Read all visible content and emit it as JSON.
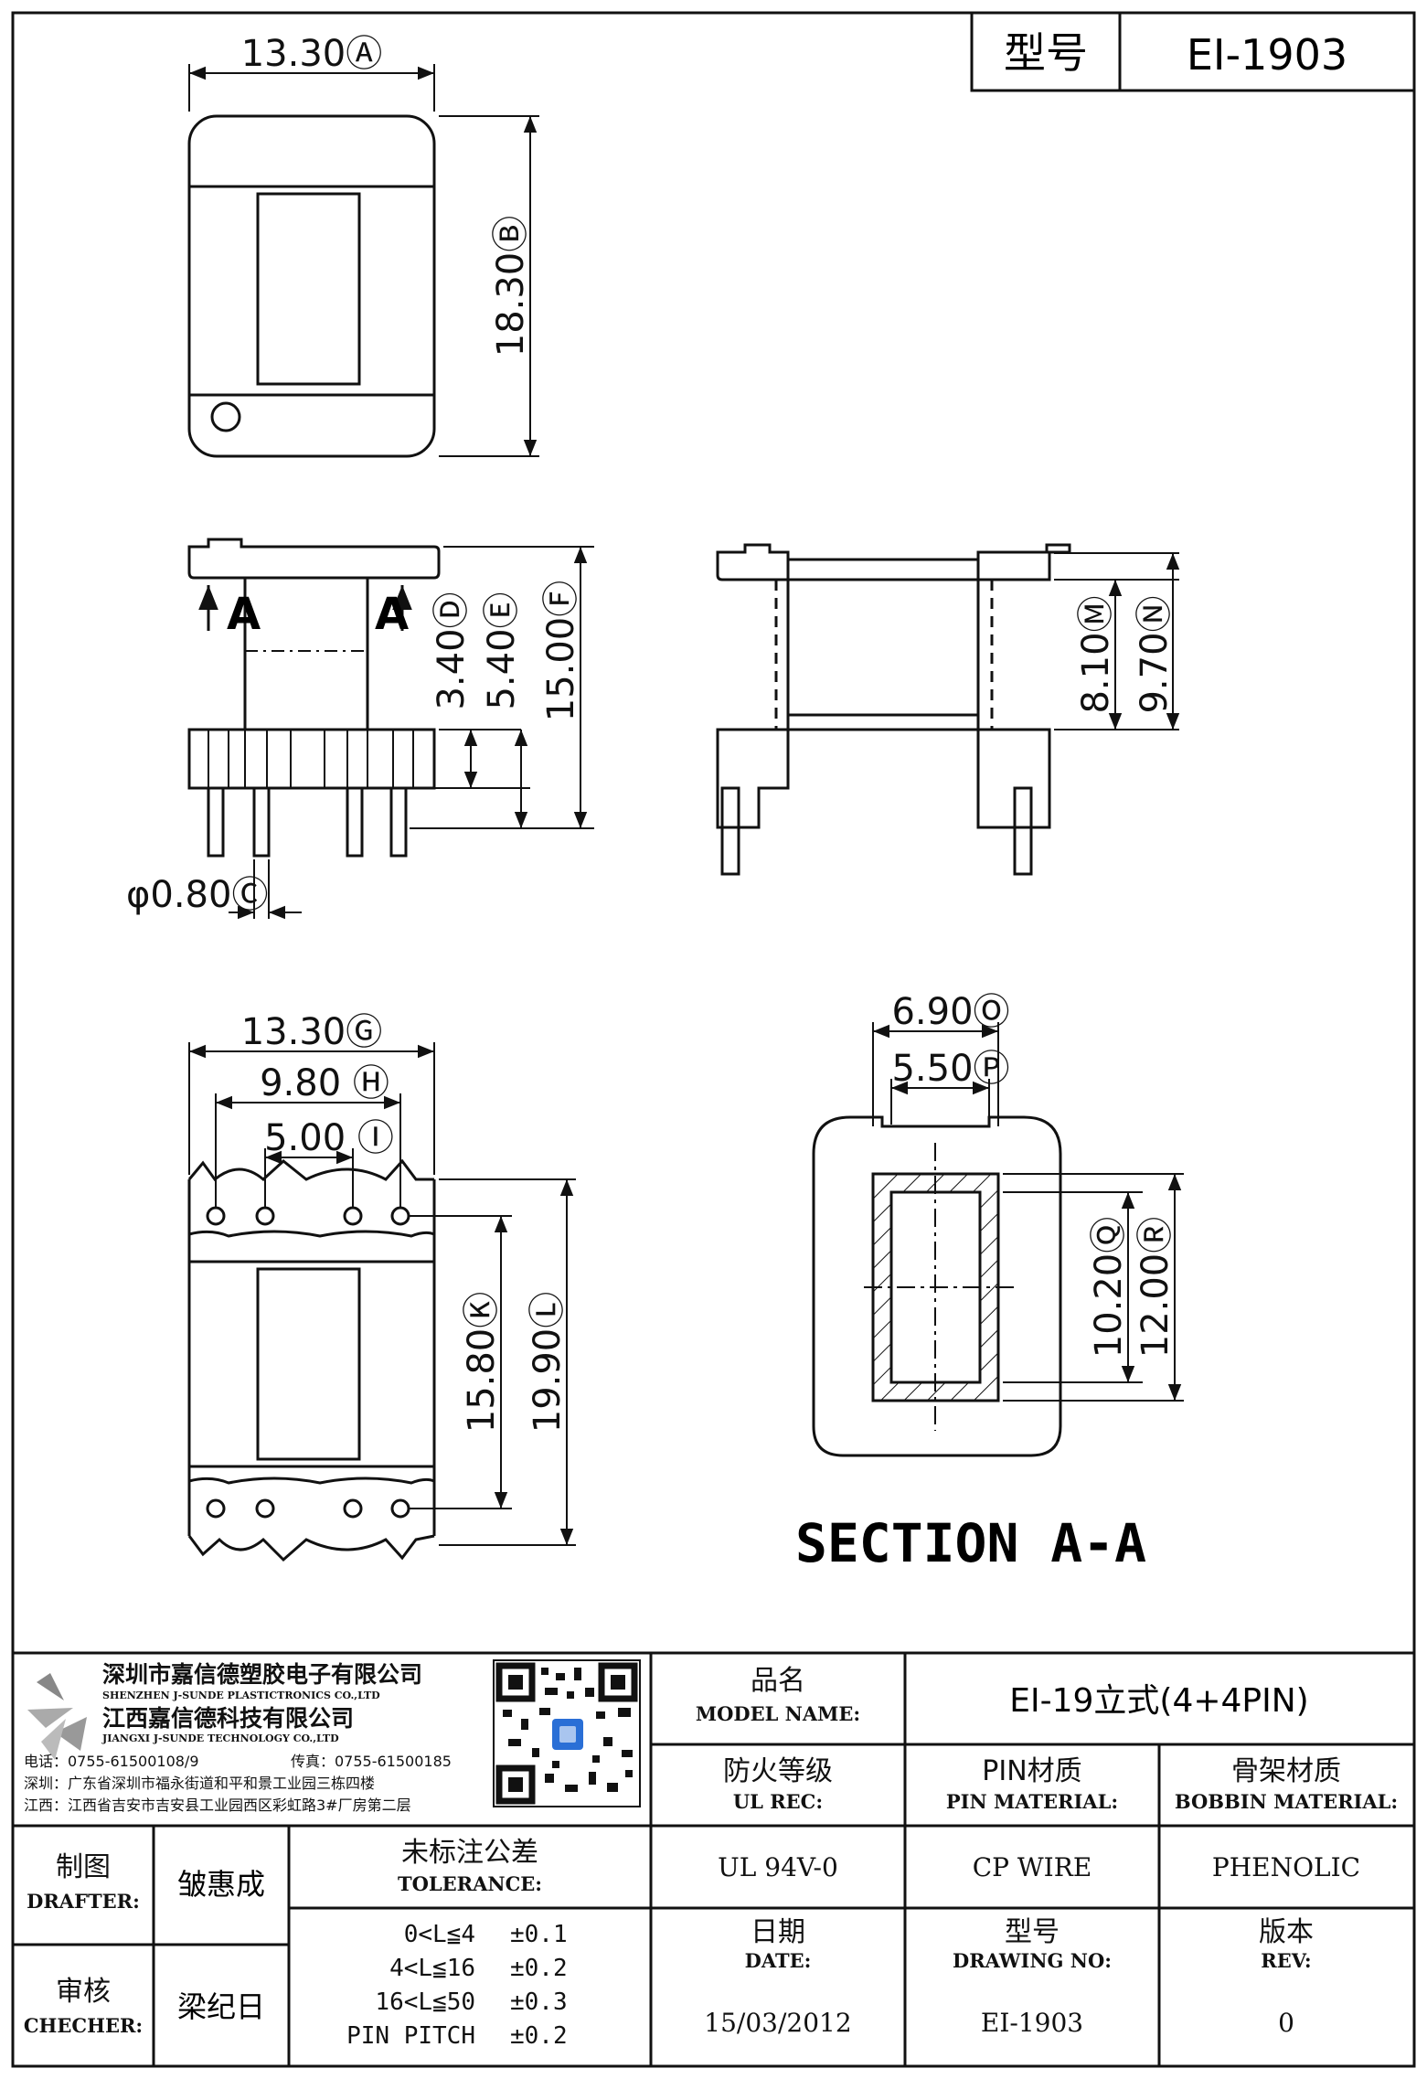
{
  "header": {
    "label_cn": "型号",
    "model": "EI-1903"
  },
  "dimensions": {
    "A": "13.30Ⓐ",
    "B": "18.30Ⓑ",
    "C": "φ0.80Ⓒ",
    "D": "3.40Ⓓ",
    "E": "5.40Ⓔ",
    "F": "15.00Ⓕ",
    "G": "13.30Ⓖ",
    "H": "9.80 Ⓗ",
    "I": "5.00 Ⓘ",
    "K": "15.80Ⓚ",
    "L": "19.90Ⓛ",
    "M": "8.10Ⓜ",
    "N": "9.70Ⓝ",
    "O": "6.90Ⓞ",
    "P": "5.50Ⓟ",
    "Q": "10.20Ⓠ",
    "R": "12.00Ⓡ"
  },
  "section_marks": {
    "left": "A",
    "right": "A"
  },
  "section_title": "SECTION A-A",
  "company": {
    "name_cn_1": "深圳市嘉信德塑胶电子有限公司",
    "name_en_1": "SHENZHEN J-SUNDE PLASTICTRONICS CO.,LTD",
    "name_cn_2": "江西嘉信德科技有限公司",
    "name_en_2": "JIANGXI J-SUNDE TECHNOLOGY CO.,LTD",
    "tel": "电话：0755-61500108/9",
    "fax": "传真：0755-61500185",
    "addr_sz": "深圳：广东省深圳市福永街道和平和景工业园三栋四楼",
    "addr_jx": "江西：江西省吉安市吉安县工业园西区彩虹路3#厂房第二层"
  },
  "title_block": {
    "model_name_cn": "品名",
    "model_name_en": "MODEL NAME:",
    "model_name_value": "EI-19立式(4+4PIN)",
    "ul_cn": "防火等级",
    "ul_en": "UL REC:",
    "ul_value": "UL 94V-0",
    "pin_cn": "PIN材质",
    "pin_en": "PIN MATERIAL:",
    "pin_value": "CP WIRE",
    "bobbin_cn": "骨架材质",
    "bobbin_en": "BOBBIN MATERIAL:",
    "bobbin_value": "PHENOLIC",
    "drafter_cn": "制图",
    "drafter_en": "DRAFTER:",
    "drafter_name": "皱惠成",
    "checker_cn": "审核",
    "checker_en": "CHECHER:",
    "checker_name": "梁纪日",
    "tol_cn": "未标注公差",
    "tol_en": "TOLERANCE:",
    "tol_rows": [
      {
        "range": "0<L≦4",
        "value": "±0.1"
      },
      {
        "range": "4<L≦16",
        "value": "±0.2"
      },
      {
        "range": "16<L≦50",
        "value": "±0.3"
      },
      {
        "range": "PIN PITCH",
        "value": "±0.2"
      }
    ],
    "date_cn": "日期",
    "date_en": "DATE:",
    "date_value": "15/03/2012",
    "drawing_cn": "型号",
    "drawing_en": "DRAWING NO:",
    "drawing_value": "EI-1903",
    "rev_cn": "版本",
    "rev_en": "REV:",
    "rev_value": "0"
  },
  "colors": {
    "line": "#111111",
    "paper": "#ffffff",
    "qr_accent": "#2a6fd6"
  }
}
